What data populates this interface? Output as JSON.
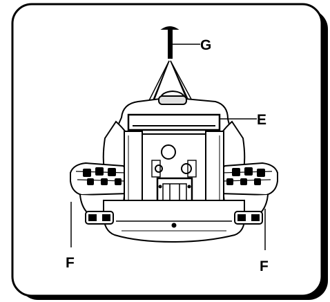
{
  "diagram": {
    "labels": {
      "screw": "G",
      "bracket": "E",
      "foot_left": "F",
      "foot_right": "F"
    }
  }
}
